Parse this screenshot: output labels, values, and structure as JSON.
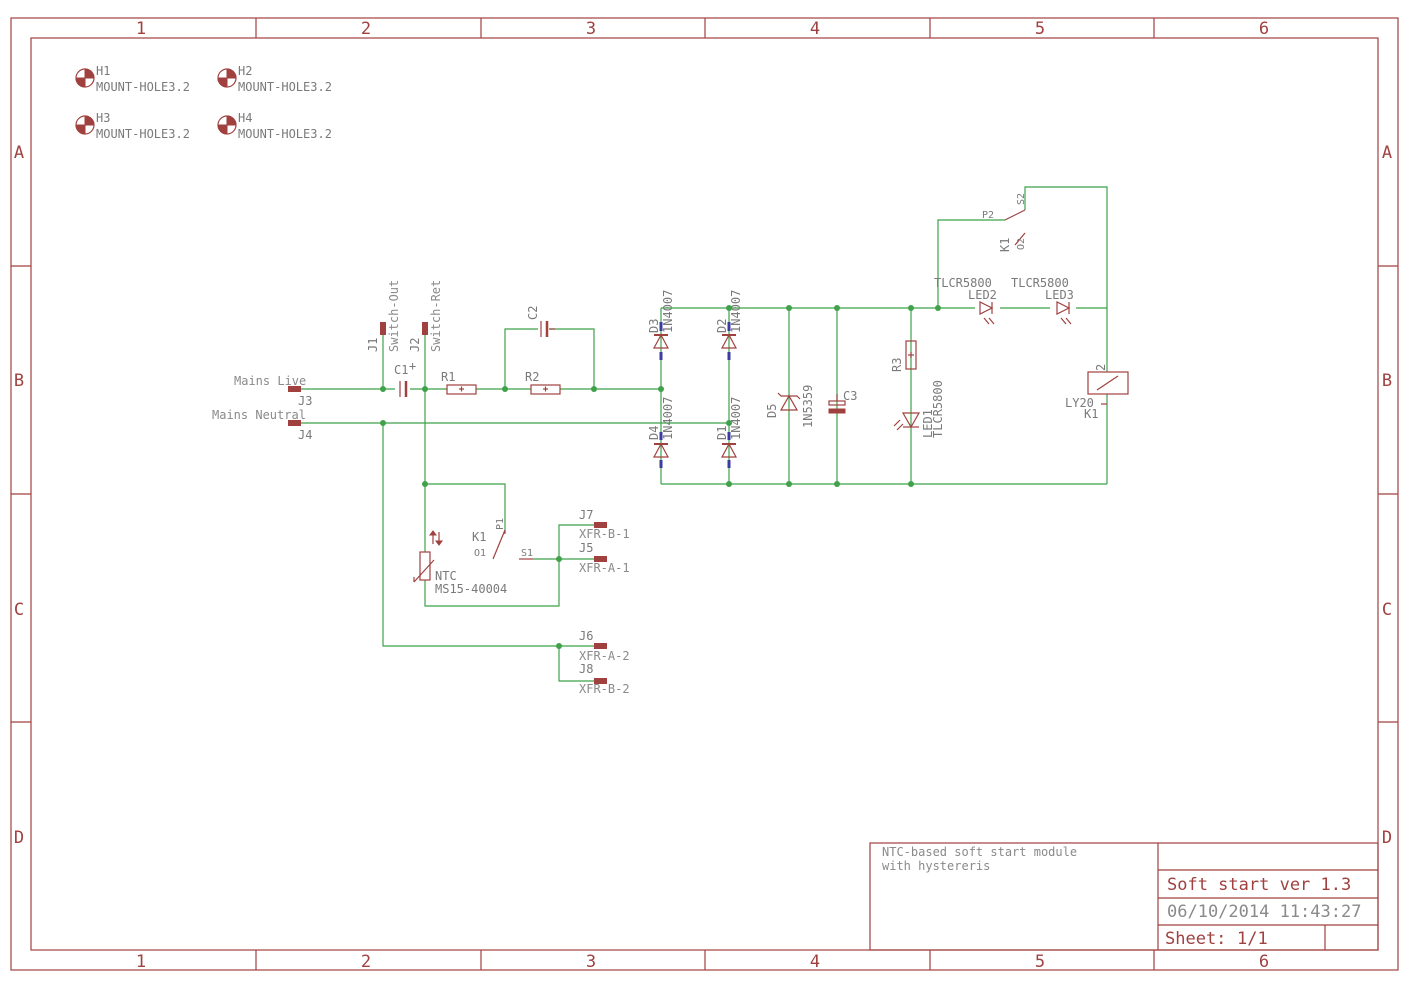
{
  "frame": {
    "columns": [
      "1",
      "2",
      "3",
      "4",
      "5",
      "6"
    ],
    "rows": [
      "A",
      "B",
      "C",
      "D"
    ]
  },
  "title_block": {
    "description_line1": "NTC-based soft start module",
    "description_line2": "with hystereris",
    "title": "Soft start ver 1.3",
    "datetime": "06/10/2014 11:43:27",
    "sheet_label": "Sheet:",
    "sheet_value": "1/1"
  },
  "holes": [
    {
      "ref": "H1",
      "value": "MOUNT-HOLE3.2"
    },
    {
      "ref": "H2",
      "value": "MOUNT-HOLE3.2"
    },
    {
      "ref": "H3",
      "value": "MOUNT-HOLE3.2"
    },
    {
      "ref": "H4",
      "value": "MOUNT-HOLE3.2"
    }
  ],
  "connectors": {
    "j1": {
      "ref": "J1",
      "name": "Switch-Out"
    },
    "j2": {
      "ref": "J2",
      "name": "Switch-Ret"
    },
    "j3": {
      "ref": "J3",
      "name": "Mains Live"
    },
    "j4": {
      "ref": "J4",
      "name": "Mains Neutral"
    },
    "j5": {
      "ref": "J5",
      "name": "XFR-A-1"
    },
    "j6": {
      "ref": "J6",
      "name": "XFR-A-2"
    },
    "j7": {
      "ref": "J7",
      "name": "XFR-B-1"
    },
    "j8": {
      "ref": "J8",
      "name": "XFR-B-2"
    }
  },
  "components": {
    "c1": {
      "ref": "C1",
      "polarity": "+"
    },
    "c2": {
      "ref": "C2"
    },
    "c3": {
      "ref": "C3"
    },
    "r1": {
      "ref": "R1"
    },
    "r2": {
      "ref": "R2"
    },
    "r3": {
      "ref": "R3"
    },
    "d1": {
      "ref": "D1",
      "value": "1N4007"
    },
    "d2": {
      "ref": "D2",
      "value": "1N4007"
    },
    "d3": {
      "ref": "D3",
      "value": "1N4007"
    },
    "d4": {
      "ref": "D4",
      "value": "1N4007"
    },
    "d5": {
      "ref": "D5",
      "value": "1N5359"
    },
    "led1": {
      "ref": "LED1",
      "value": "TLCR5800"
    },
    "led2": {
      "ref": "LED2",
      "value": "TLCR5800"
    },
    "led3": {
      "ref": "LED3",
      "value": "TLCR5800"
    },
    "ntc": {
      "ref": "NTC",
      "value": "MS15-40004"
    },
    "k1_coil": {
      "ref": "K1",
      "value": "LY20",
      "pin": "2"
    },
    "k1_contact_a": {
      "ref": "K1",
      "pin_p": "P1",
      "pin_o": "O1",
      "pin_s": "S1"
    },
    "k1_contact_b": {
      "ref": "K1",
      "pin_p": "P2",
      "pin_o": "O2",
      "pin_s": "S2"
    }
  },
  "colors": {
    "frame": "#a0413f",
    "wire": "#3fa14a",
    "label": "#8a8a8a"
  }
}
